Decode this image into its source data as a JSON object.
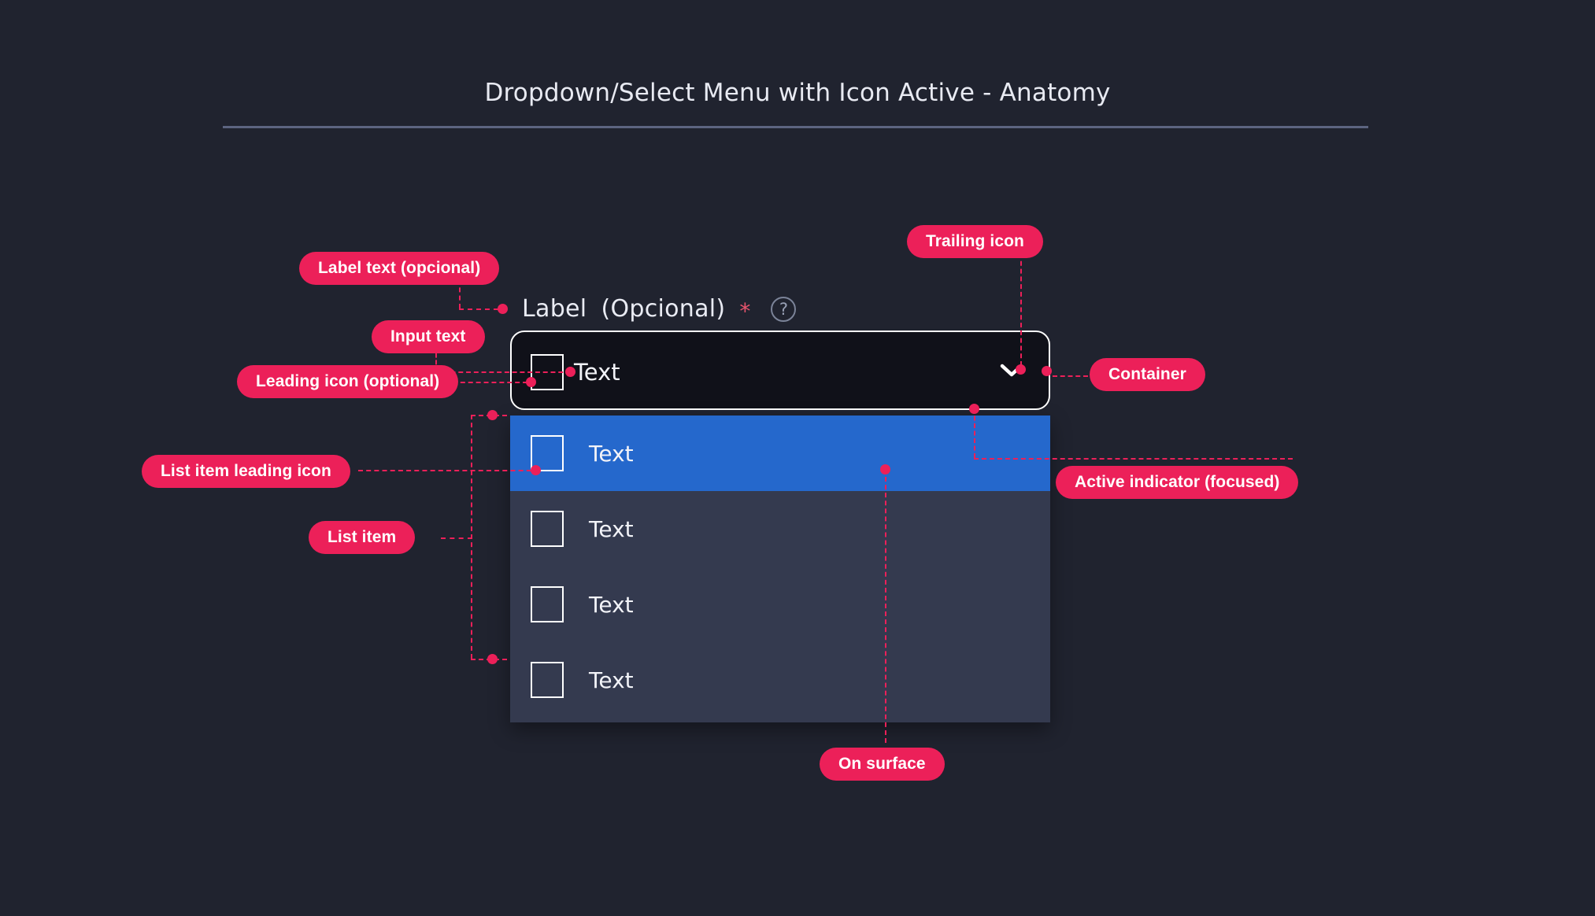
{
  "page": {
    "title": "Dropdown/Select Menu with Icon Active - Anatomy",
    "background_color": "#20232f",
    "divider_color": "#5c6480"
  },
  "colors": {
    "annotation_pink": "#ec2059",
    "selected_blue": "#2568cc",
    "surface": "#343a4f",
    "container_fill": "#101119",
    "container_border": "#ffffff",
    "on_surface_text": "#f2f3f8",
    "required_asterisk": "#e8546d",
    "help_icon": "#98a0b5"
  },
  "field": {
    "label_text": "Label",
    "label_optional": "(Opcional)",
    "required_marker": "*",
    "help_icon_glyph": "?",
    "input_value": "Text",
    "leading_icon": "square-outline-icon",
    "trailing_icon": "chevron-down-icon"
  },
  "dropdown": {
    "items": [
      {
        "label": "Text",
        "selected": true,
        "icon": "square-outline-icon"
      },
      {
        "label": "Text",
        "selected": false,
        "icon": "square-outline-icon"
      },
      {
        "label": "Text",
        "selected": false,
        "icon": "square-outline-icon"
      },
      {
        "label": "Text",
        "selected": false,
        "icon": "square-outline-icon"
      }
    ]
  },
  "annotations": [
    {
      "id": "label-text",
      "label": "Label text (opcional)"
    },
    {
      "id": "input-text",
      "label": "Input text"
    },
    {
      "id": "leading-icon",
      "label": "Leading icon (optional)"
    },
    {
      "id": "list-item-icon",
      "label": "List item leading icon"
    },
    {
      "id": "list-item",
      "label": "List item"
    },
    {
      "id": "trailing-icon",
      "label": "Trailing icon"
    },
    {
      "id": "container",
      "label": "Container"
    },
    {
      "id": "active-indicator",
      "label": "Active indicator (focused)"
    },
    {
      "id": "on-surface",
      "label": "On surface"
    }
  ]
}
